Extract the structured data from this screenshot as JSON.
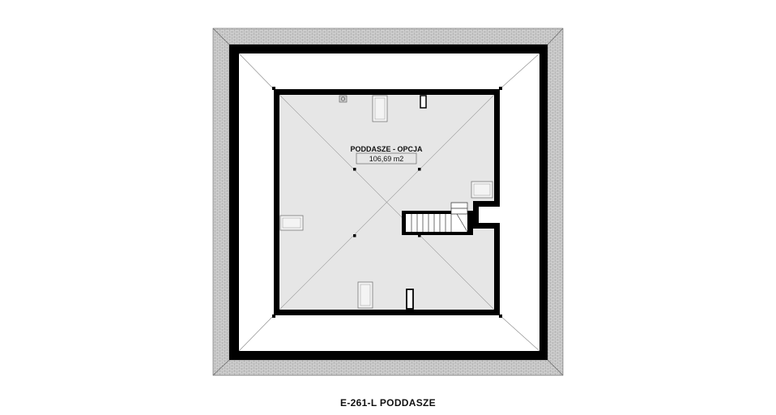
{
  "plan": {
    "room_name": "PODDASZE - OPCJA",
    "room_area": "106,69 m2",
    "caption": "E-261-L PODDASZE"
  },
  "colors": {
    "wall": "#000000",
    "floor": "#e6e6e6",
    "roof_tiles": "#d4d4d4",
    "background": "#ffffff"
  }
}
